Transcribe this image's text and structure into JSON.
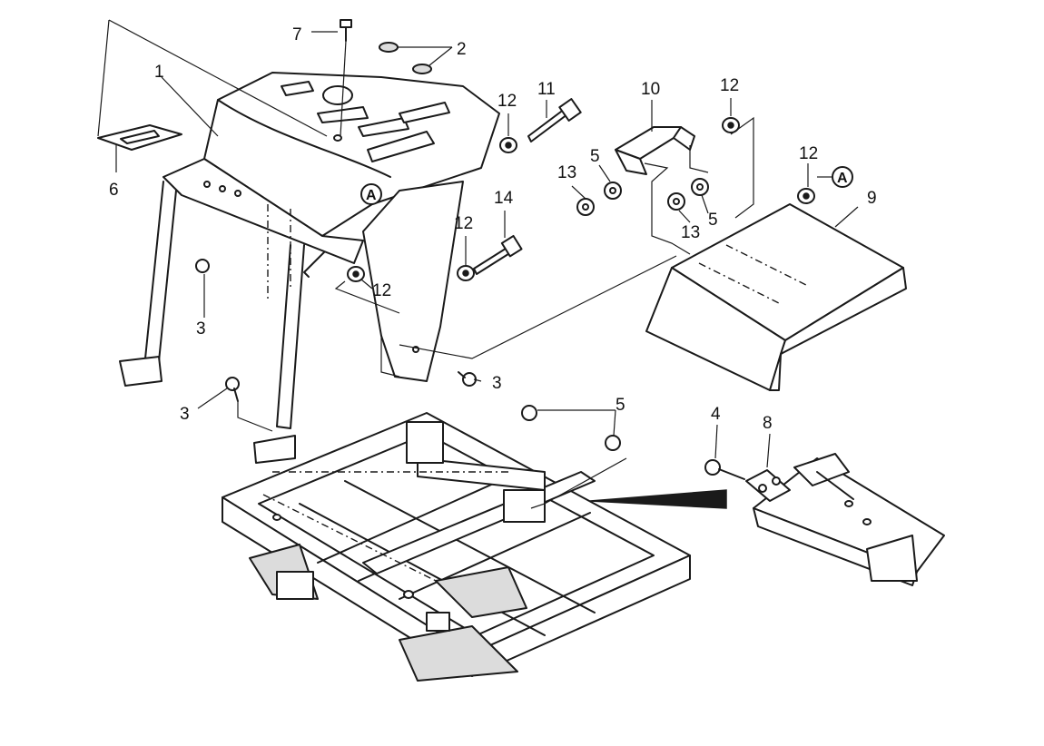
{
  "diagram": {
    "callouts": {
      "c1": "1",
      "c2": "2",
      "c3a": "3",
      "c3b": "3",
      "c3c": "3",
      "c4": "4",
      "c5a": "5",
      "c5b": "5",
      "c5c": "5",
      "c6": "6",
      "c7": "7",
      "c8": "8",
      "c9": "9",
      "c10": "10",
      "c11": "11",
      "c12a": "12",
      "c12b": "12",
      "c12c": "12",
      "c12d": "12",
      "c12e": "12",
      "c13a": "13",
      "c13b": "13",
      "c14": "14"
    },
    "reference_marks": {
      "a1": "A",
      "a2": "A"
    }
  }
}
